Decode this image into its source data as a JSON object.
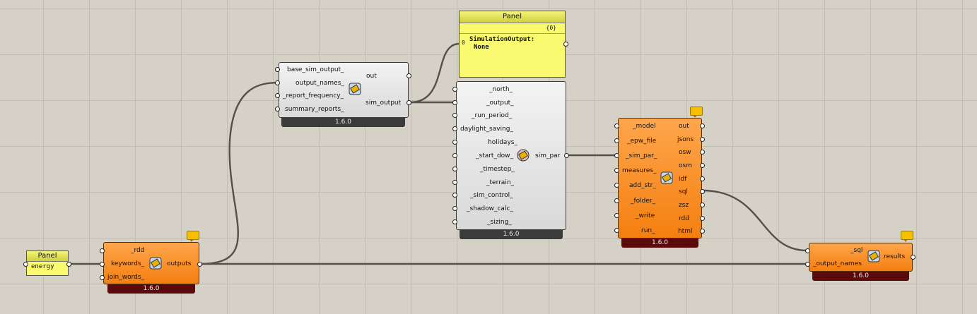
{
  "colors": {
    "canvas": "#d5d1c7",
    "wire": "#555049",
    "orange": "#f47f10",
    "panel": "#fafa70",
    "version_dark": "#3b3b3b",
    "version_maroon": "#5a0a0a"
  },
  "panel_top": {
    "title": "Panel",
    "path": "{0}",
    "index": "0",
    "content_line1": "SimulationOutput:",
    "content_line2": "None"
  },
  "panel_energy": {
    "title": "Panel",
    "content": "energy"
  },
  "sim_output": {
    "inputs": [
      "base_sim_output_",
      "output_names_",
      "_report_frequency_",
      "summary_reports_"
    ],
    "outputs": [
      "out",
      "sim_output"
    ],
    "version": "1.6.0",
    "icon": "honeybee-energy-icon"
  },
  "sim_par": {
    "inputs": [
      "_north_",
      "_output_",
      "_run_period_",
      "daylight_saving_",
      "holidays_",
      "_start_dow_",
      "_timestep_",
      "_terrain_",
      "_sim_control_",
      "_shadow_calc_",
      "_sizing_"
    ],
    "outputs": [
      "sim_par"
    ],
    "version": "1.6.0",
    "icon": "honeybee-energy-icon"
  },
  "run_osm": {
    "inputs": [
      "_model",
      "_epw_file",
      "_sim_par_",
      "measures_",
      "add_str_",
      "_folder_",
      "_write",
      "run_"
    ],
    "outputs": [
      "out",
      "jsons",
      "osw",
      "osm",
      "idf",
      "sql",
      "zsz",
      "rdd",
      "html"
    ],
    "version": "1.6.0",
    "icon": "honeybee-energy-icon"
  },
  "keywords": {
    "inputs": [
      "_rdd",
      "keywords_",
      "join_words_"
    ],
    "outputs": [
      "outputs"
    ],
    "version": "1.6.0",
    "icon": "honeybee-energy-icon"
  },
  "read_results": {
    "inputs": [
      "_sql",
      "_output_names"
    ],
    "outputs": [
      "results"
    ],
    "version": "1.6.0",
    "icon": "honeybee-energy-icon"
  }
}
